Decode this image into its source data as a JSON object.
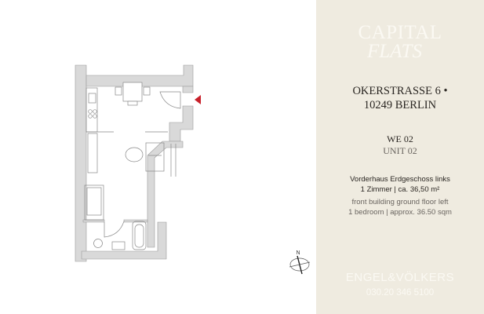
{
  "brand": {
    "line1": "CAPITAL",
    "line2": "FLATS"
  },
  "address": {
    "street": "OKERSTRASSE 6 •",
    "city": "10249 BERLIN"
  },
  "unit": {
    "de": "WE 02",
    "en": "UNIT 02"
  },
  "description": {
    "de_line1": "Vorderhaus Erdgeschoss links",
    "de_line2": "1 Zimmer | ca. 36,50 m²",
    "en_line1": "front building ground floor left",
    "en_line2": "1 bedroom | approx. 36.50 sqm"
  },
  "agency": {
    "name": "ENGEL&VÖLKERS",
    "phone": "030.20 346 5100"
  },
  "compass": {
    "label": "N"
  },
  "colors": {
    "panel": "#efebe0",
    "wall": "#d9d9d9",
    "entrance_marker": "#c8202a",
    "text_dark": "#2a2622",
    "text_light": "#fbf9f3"
  }
}
